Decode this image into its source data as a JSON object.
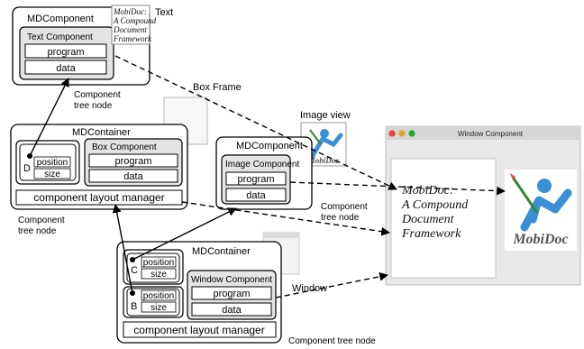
{
  "labels": {
    "text_floating": "Text",
    "box_frame": "Box Frame",
    "image_view": "Image view",
    "window_floating": "Window",
    "component_tree_node_1a": "Component",
    "component_tree_node_1b": "tree node",
    "component_tree_node_2a": "Component",
    "component_tree_node_2b": "tree node",
    "component_tree_node_3a": "Component",
    "component_tree_node_3b": "tree node",
    "component_tree_node_4": "Component tree node"
  },
  "md_text": {
    "title": "MDComponent",
    "sub_title": "Text Component",
    "program": "program",
    "data": "data"
  },
  "md_container_top": {
    "title": "MDContainer",
    "slot_letter": "D",
    "position": "position",
    "size": "size",
    "box_title": "Box Component",
    "program": "program",
    "data": "data",
    "layout_manager": "component layout manager"
  },
  "md_image": {
    "title": "MDComponent",
    "sub_title": "Image Component",
    "program": "program",
    "data": "data"
  },
  "md_container_bottom": {
    "title": "MDContainer",
    "slot_c": "C",
    "slot_b": "B",
    "position_c": "position",
    "size_c": "size",
    "position_b": "position",
    "size_b": "size",
    "window_title": "Window Component",
    "program": "program",
    "data": "data",
    "layout_manager": "component layout manager"
  },
  "mobidoc_text": {
    "line1": "MobiDoc:",
    "line2": "A Compound",
    "line3": "Document",
    "line4": "Framework"
  },
  "window_component": {
    "title": "Window Component",
    "text_line1": "MobiDoc:",
    "text_line2": "A Compound",
    "text_line3": "Document",
    "text_line4": "Framework",
    "logo_text": "MobiDoc"
  },
  "image_view_logo_text": "MobiDoc",
  "colors": {
    "box_fill": "#e4e4e4",
    "close": "#e0443e",
    "minimize": "#dea123",
    "zoom": "#1aab29",
    "logo_figure": "#3b8fd6"
  }
}
